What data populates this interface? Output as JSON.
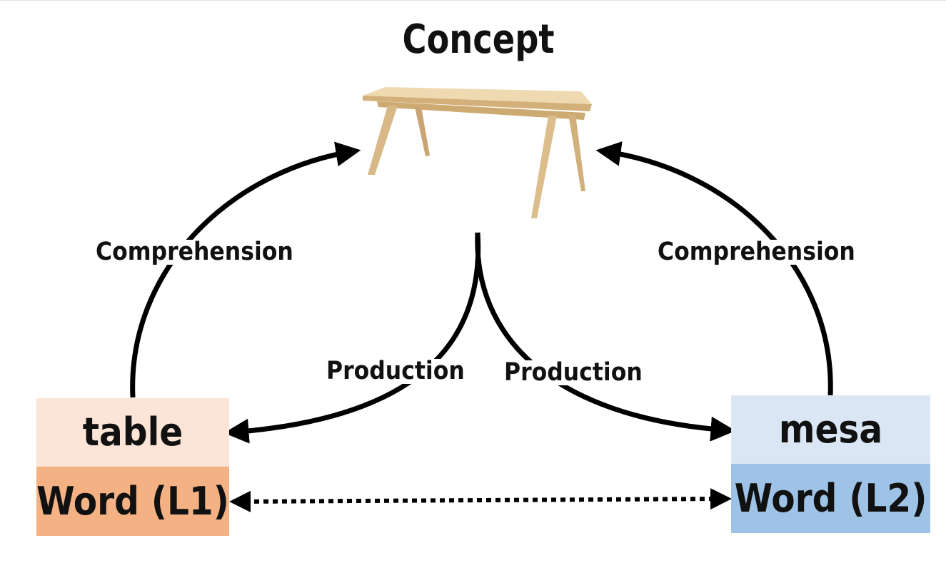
{
  "title": "Concept",
  "labels": {
    "comprehension_left": "Comprehension",
    "comprehension_right": "Comprehension",
    "production_left": "Production",
    "production_right": "Production"
  },
  "word_l1": {
    "word": "table",
    "language_label": "Word (L1)"
  },
  "word_l2": {
    "word": "mesa",
    "language_label": "Word (L2)"
  },
  "colors": {
    "l1_light": "#fce4d6",
    "l1_dark": "#f4b183",
    "l2_light": "#dae6f4",
    "l2_dark": "#9fc3e7",
    "arrow": "#000000",
    "table_wood": "#e3c58f"
  },
  "icons": {
    "concept_image": "wooden-table-icon"
  }
}
